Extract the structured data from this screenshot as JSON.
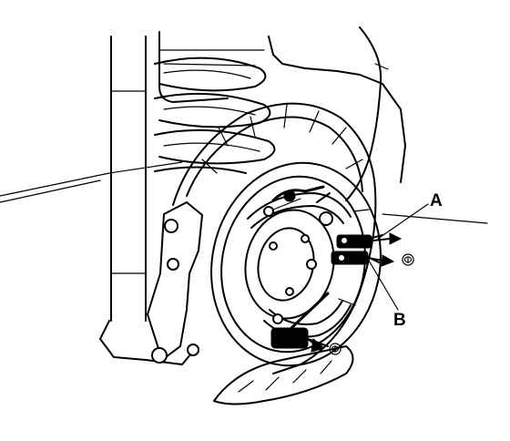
{
  "callouts": {
    "a": {
      "label": "A"
    },
    "b": {
      "label": "B"
    }
  },
  "torque_symbol": "Ф",
  "colors": {
    "ink": "#000000",
    "paper": "#ffffff"
  }
}
